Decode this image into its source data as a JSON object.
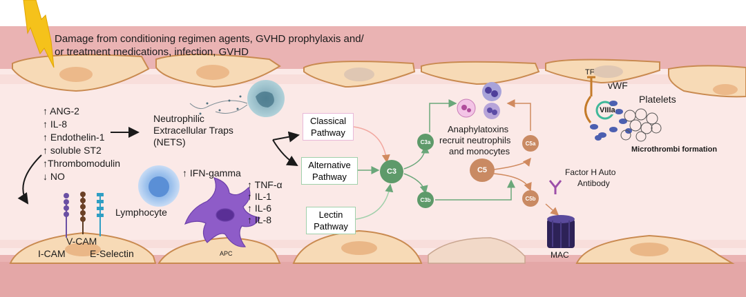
{
  "header": {
    "damage_line1": "Damage from conditioning regimen agents, GVHD prophylaxis and/",
    "damage_line2": "or treatment medications, infection, GVHD"
  },
  "left_markers": [
    "↑ ANG-2",
    "↑ IL-8",
    "↑ Endothelin-1",
    "↑ soluble ST2",
    "↑Thrombomodulin",
    "↓ NO"
  ],
  "nets": {
    "line1": "Neutrophilic",
    "line2": "Extracellular Traps",
    "line3": "(NETS)"
  },
  "adhesion": {
    "vcam": "V-CAM",
    "icam": "I-CAM",
    "eselectin": "E-Selectin"
  },
  "lymphocyte": "Lymphocyte",
  "ifn": "↑ IFN-gamma",
  "cytokines": [
    "↑ TNF-α",
    "↑ IL-1",
    "↑ IL-6",
    "↑ IL-8"
  ],
  "apc": "APC",
  "pathways": {
    "classical": [
      "Classical",
      "Pathway"
    ],
    "alternative": [
      "Alternative",
      "Pathway"
    ],
    "lectin": [
      "Lectin",
      "Pathway"
    ]
  },
  "complement": {
    "c3": "C3",
    "c3a": "C3a",
    "c3b": "C3b",
    "c5": "C5",
    "c5a": "C5a",
    "c5b": "C5b"
  },
  "anaphylatoxins": [
    "Anaphylatoxins",
    "recruit neutrophils",
    "and monocytes"
  ],
  "factor_h": [
    "Factor H Auto",
    "Antibody"
  ],
  "mac": "MAC",
  "coag": {
    "tf": "TF",
    "vwf": "vWF",
    "viiia": "VIIIa",
    "platelets": "Platelets",
    "microthrombi": "Microthrombi formation"
  },
  "colors": {
    "vessel_wall": "#e9b4b4",
    "lumen": "#fbe8e6",
    "endothelium": "#f6d9b4",
    "endothelium_edge": "#c9874e",
    "complement_green": "#5e9a6a",
    "complement_brown": "#c98a63",
    "apc_purple": "#8e5cc8"
  }
}
